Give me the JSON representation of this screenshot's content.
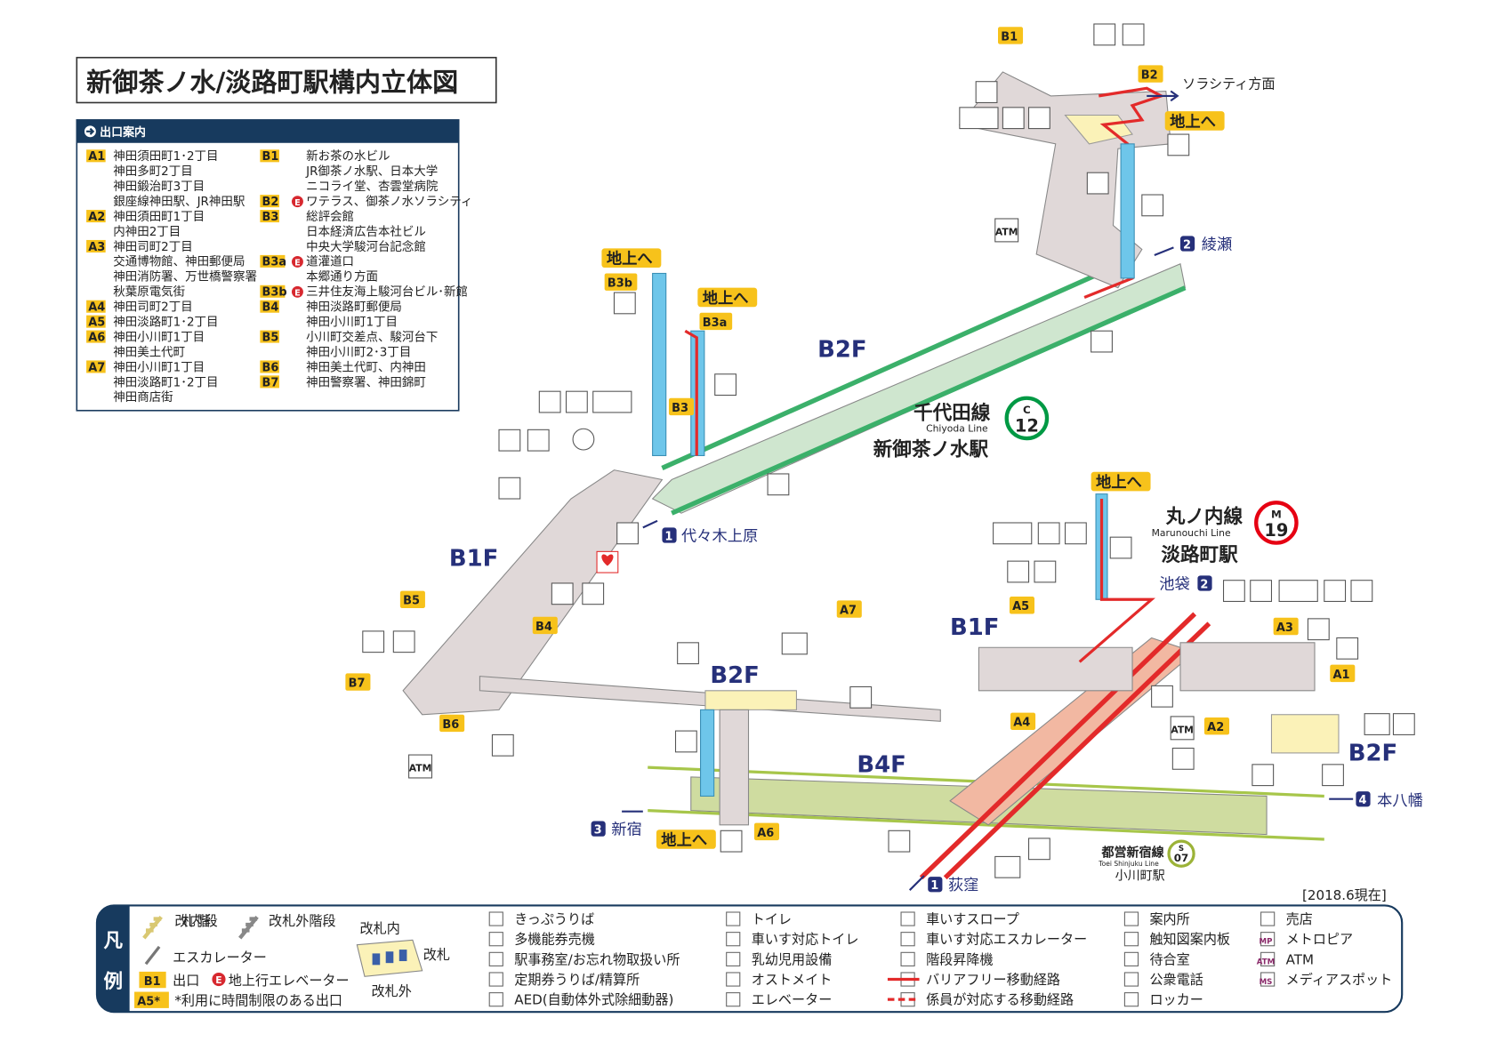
{
  "title": "新御茶ノ水/淡路町駅構内立体図",
  "exit_guide": {
    "heading": "出口案内",
    "left": [
      {
        "id": "A1",
        "lines": [
          "神田須田町1･2丁目",
          "神田多町2丁目",
          "神田鍛治町3丁目",
          "銀座線神田駅、JR神田駅"
        ]
      },
      {
        "id": "A2",
        "lines": [
          "神田須田町1丁目",
          "内神田2丁目"
        ]
      },
      {
        "id": "A3",
        "lines": [
          "神田司町2丁目",
          "交通博物館、神田郵便局",
          "神田消防署、万世橋警察署",
          "秋葉原電気街"
        ]
      },
      {
        "id": "A4",
        "lines": [
          "神田司町2丁目"
        ]
      },
      {
        "id": "A5",
        "lines": [
          "神田淡路町1･2丁目"
        ]
      },
      {
        "id": "A6",
        "lines": [
          "神田小川町1丁目",
          "神田美土代町"
        ]
      },
      {
        "id": "A7",
        "lines": [
          "神田小川町1丁目",
          "神田淡路町1･2丁目",
          "神田商店街"
        ]
      }
    ],
    "right": [
      {
        "id": "B1",
        "e": "",
        "lines": [
          "新お茶の水ビル",
          "JR御茶ノ水駅、日本大学",
          "ニコライ堂、杏雲堂病院"
        ]
      },
      {
        "id": "B2",
        "e": "E",
        "lines": [
          "ワテラス、御茶ノ水ソラシティ"
        ]
      },
      {
        "id": "B3",
        "e": "",
        "lines": [
          "総評会館",
          "日本経済広告本社ビル",
          "中央大学駿河台記念館"
        ]
      },
      {
        "id": "B3a",
        "e": "E",
        "lines": [
          "道灌道口",
          "本郷通り方面"
        ]
      },
      {
        "id": "B3b",
        "e": "E",
        "lines": [
          "三井住友海上駿河台ビル･新館"
        ]
      },
      {
        "id": "B4",
        "e": "",
        "lines": [
          "神田淡路町郵便局",
          "神田小川町1丁目"
        ]
      },
      {
        "id": "B5",
        "e": "",
        "lines": [
          "小川町交差点、駿河台下",
          "神田小川町2･3丁目"
        ]
      },
      {
        "id": "B6",
        "e": "",
        "lines": [
          "神田美土代町、内神田"
        ]
      },
      {
        "id": "B7",
        "e": "",
        "lines": [
          "神田警察署、神田錦町"
        ]
      }
    ]
  },
  "map": {
    "floors": {
      "b2f_chiyoda": "B2F",
      "b1f_left": "B1F",
      "b2f_mid": "B2F",
      "b1f_right": "B1F",
      "b4f": "B4F",
      "b2f_right": "B2F"
    },
    "stations": {
      "chiyoda": {
        "name": "千代田線",
        "en": "Chiyoda Line",
        "code_letter": "C",
        "code_num": "12",
        "station": "新御茶ノ水駅",
        "color": "#009944"
      },
      "marunouchi": {
        "name": "丸ノ内線",
        "en": "Marunouchi Line",
        "code_letter": "M",
        "code_num": "19",
        "station": "淡路町駅",
        "color": "#e60012"
      },
      "shinjuku": {
        "name": "都営新宿線",
        "en": "Toei Shinjuku Line",
        "code_letter": "S",
        "code_num": "07",
        "station": "小川町駅",
        "color": "#9cb338"
      }
    },
    "directions": {
      "solacity": "ソラシティ方面",
      "ayase": {
        "num": "2",
        "label": "綾瀬"
      },
      "yoyogi": {
        "num": "1",
        "label": "代々木上原"
      },
      "ikebukuro": {
        "num": "2",
        "label": "池袋"
      },
      "motoyawata": {
        "num": "4",
        "label": "本八幡"
      },
      "shinjuku": {
        "num": "3",
        "label": "新宿"
      },
      "ogikubo": {
        "num": "1",
        "label": "荻窪"
      }
    },
    "to_ground": "地上へ",
    "exits": {
      "B1": "B1",
      "B2": "B2",
      "B3": "B3",
      "B3a": "B3a",
      "B3b": "B3b",
      "B4": "B4",
      "B5": "B5",
      "B6": "B6",
      "B7": "B7",
      "A1": "A1",
      "A2": "A2",
      "A3": "A3",
      "A4": "A4",
      "A5": "A5",
      "A6": "A6",
      "A7": "A7"
    },
    "atm": "ATM",
    "date": "[2018.6現在]"
  },
  "legend": {
    "title_1": "凡",
    "title_2": "例",
    "stairs_in": "改札内階段",
    "stairs_out": "改札外階段",
    "escalator": "エスカレーター",
    "exit_badge": "B1",
    "exit_label": "出口",
    "elevator_exit_badge": "E",
    "elevator_exit_label": "地上行エレベーター",
    "limited_badge": "A5*",
    "limited_label": "*利用に時間制限のある出口",
    "gate_inside": "改札内",
    "gate": "改札",
    "gate_outside": "改札外",
    "col1": [
      "きっぷうりば",
      "多機能券売機",
      "駅事務室/お忘れ物取扱い所",
      "定期券うりば/精算所",
      "AED(自動体外式除細動器)"
    ],
    "col2": [
      "トイレ",
      "車いす対応トイレ",
      "乳幼児用設備",
      "オストメイト",
      "エレベーター"
    ],
    "col3": [
      "車いすスロープ",
      "車いす対応エスカレーター",
      "階段昇降機",
      "バリアフリー移動経路",
      "係員が対応する移動経路"
    ],
    "col4": [
      "案内所",
      "触知図案内板",
      "待合室",
      "公衆電話",
      "ロッカー"
    ],
    "col5": [
      "売店",
      "メトロピア",
      "ATM",
      "メディアスポット"
    ],
    "col5_marks": [
      "MP",
      "ATM",
      "MS"
    ]
  }
}
